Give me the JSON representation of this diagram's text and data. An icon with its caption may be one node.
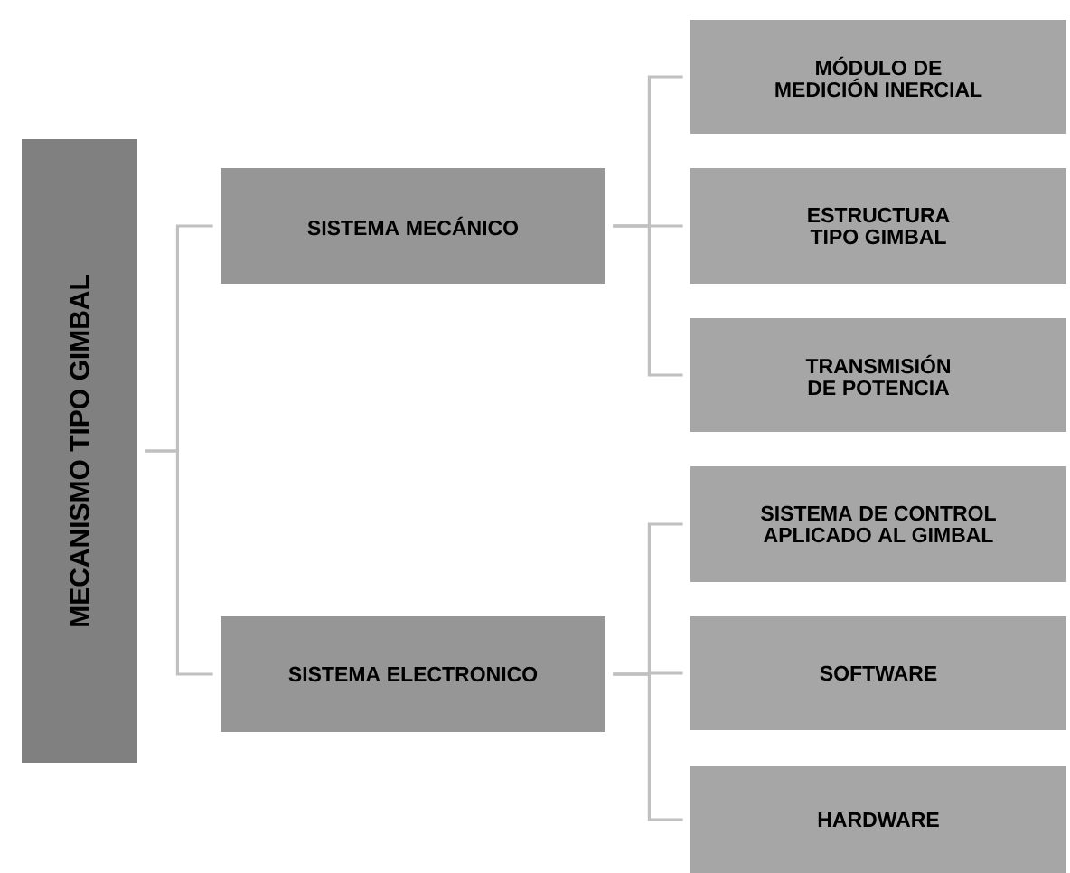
{
  "diagram": {
    "nodes": [
      {
        "text": [
          "MECANISMO TIPO GIMBAL"
        ]
      },
      {
        "text": [
          "SISTEMA MECÁNICO"
        ]
      },
      {
        "text": [
          "MÓDULO DE MEDICIÓN INERCIAL"
        ]
      },
      {
        "text": [
          "ESTRUCTURA TIPO GIMBAL"
        ]
      },
      {
        "text": [
          "TRANSMISIÓN DE POTENCIA"
        ]
      },
      {
        "text": [
          "SISTEMA ELECTRONICO"
        ]
      },
      {
        "text": [
          "SISTEMA DE CONTROL APLICADO AL GIMBAL"
        ]
      },
      {
        "text": [
          "SOFTWARE"
        ]
      },
      {
        "text": [
          "HARDWARE"
        ]
      }
    ],
    "edges": [
      {
        "from": 0,
        "to": 1,
        "arrow": "none"
      },
      {
        "from": 0,
        "to": 5,
        "arrow": "none"
      },
      {
        "from": 1,
        "to": 2,
        "arrow": "none"
      },
      {
        "from": 1,
        "to": 3,
        "arrow": "none"
      },
      {
        "from": 1,
        "to": 4,
        "arrow": "none"
      },
      {
        "from": 5,
        "to": 6,
        "arrow": "none"
      },
      {
        "from": 5,
        "to": 7,
        "arrow": "none"
      },
      {
        "from": 5,
        "to": 8,
        "arrow": "none"
      }
    ]
  }
}
